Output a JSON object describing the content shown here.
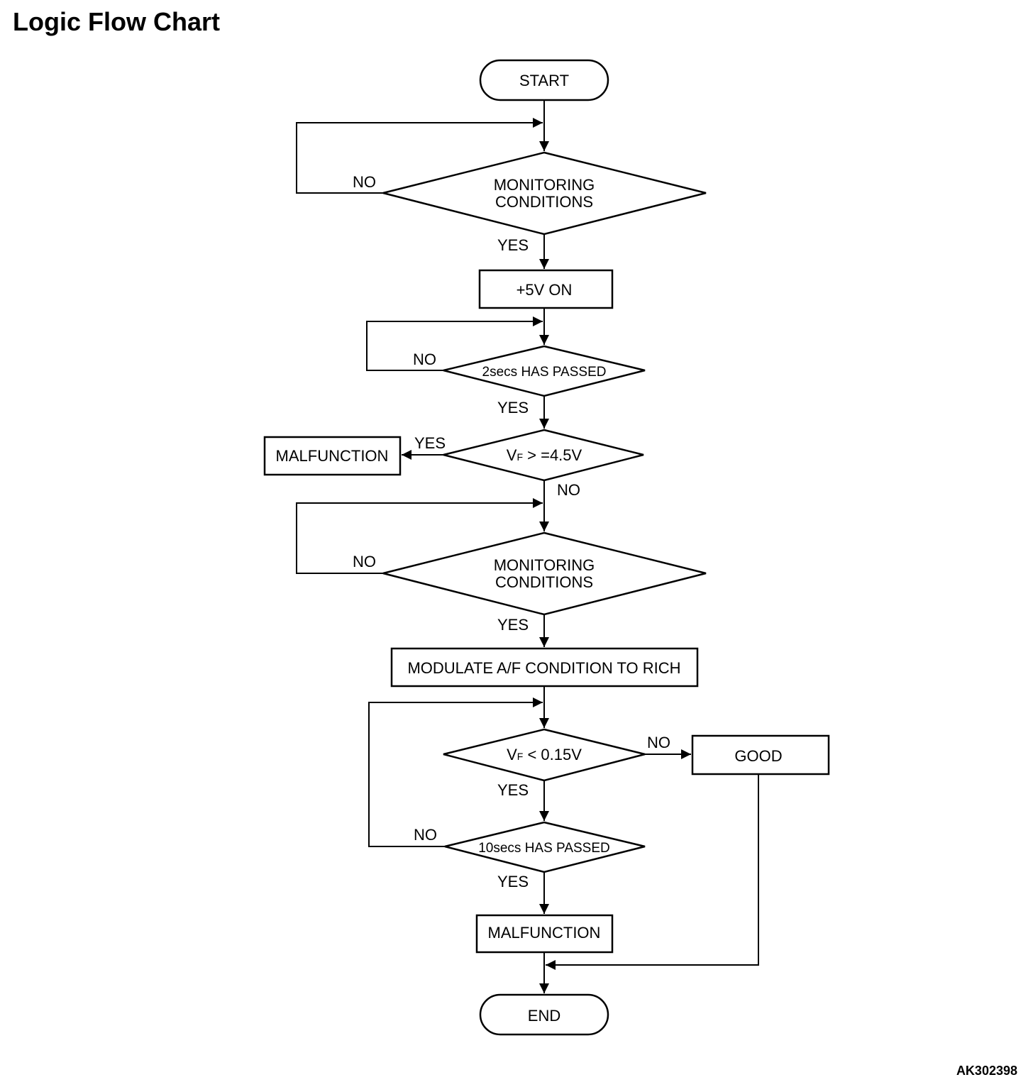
{
  "title": "Logic Flow Chart",
  "figure_id": "AK302398",
  "nodes": {
    "start": "START",
    "monitoring1": [
      "MONITORING",
      "CONDITIONS"
    ],
    "plus5v": "+5V ON",
    "wait2": "2secs HAS PASSED",
    "vf_high": {
      "main": "V",
      "sub": "F",
      "rest": " > =4.5V"
    },
    "malfunction1": "MALFUNCTION",
    "monitoring2": [
      "MONITORING",
      "CONDITIONS"
    ],
    "modulate": "MODULATE A/F CONDITION TO RICH",
    "vf_low": {
      "main": "V",
      "sub": "F",
      "rest": " < 0.15V"
    },
    "good": "GOOD",
    "wait10": "10secs HAS PASSED",
    "malfunction2": "MALFUNCTION",
    "end": "END"
  },
  "edge_labels": {
    "yes": "YES",
    "no": "NO"
  }
}
